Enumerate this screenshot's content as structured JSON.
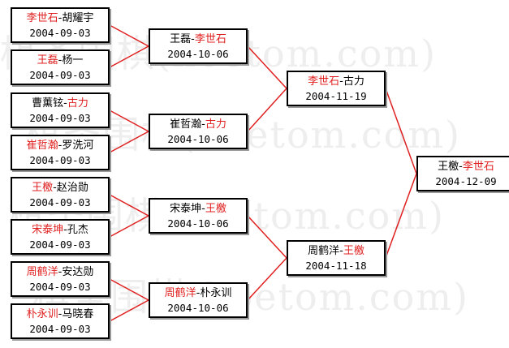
{
  "watermark": "棋圣围棋(hoetom.com)",
  "colors": {
    "winner": "#e02020",
    "line": "#e02020",
    "border": "#000000"
  },
  "round1": [
    {
      "p1": "李世石",
      "sep": "-",
      "p2": "胡耀宇",
      "winner": 1,
      "date": "2004-09-03"
    },
    {
      "p1": "王磊",
      "sep": "-",
      "p2": "杨一",
      "winner": 1,
      "date": "2004-09-03"
    },
    {
      "p1": "曹薰铉",
      "sep": "-",
      "p2": "古力",
      "winner": 2,
      "date": "2004-09-03"
    },
    {
      "p1": "崔哲瀚",
      "sep": "-",
      "p2": "罗洗河",
      "winner": 1,
      "date": "2004-09-03"
    },
    {
      "p1": "王檄",
      "sep": "-",
      "p2": "赵治勋",
      "winner": 1,
      "date": "2004-09-03"
    },
    {
      "p1": "宋泰坤",
      "sep": "-",
      "p2": "孔杰",
      "winner": 1,
      "date": "2004-09-03"
    },
    {
      "p1": "周鹤洋",
      "sep": "-",
      "p2": "安达勋",
      "winner": 1,
      "date": "2004-09-03"
    },
    {
      "p1": "朴永训",
      "sep": "-",
      "p2": "马晓春",
      "winner": 1,
      "date": "2004-09-03"
    }
  ],
  "round2": [
    {
      "p1": "王磊",
      "sep": "-",
      "p2": "李世石",
      "winner": 2,
      "date": "2004-10-06"
    },
    {
      "p1": "崔哲瀚",
      "sep": "-",
      "p2": "古力",
      "winner": 2,
      "date": "2004-10-06"
    },
    {
      "p1": "宋泰坤",
      "sep": "-",
      "p2": "王檄",
      "winner": 2,
      "date": "2004-10-06"
    },
    {
      "p1": "周鹤洋",
      "sep": "-",
      "p2": "朴永训",
      "winner": 1,
      "date": "2004-10-06"
    }
  ],
  "semis": [
    {
      "p1": "李世石",
      "sep": "-",
      "p2": "古力",
      "winner": 1,
      "date": "2004-11-19"
    },
    {
      "p1": "周鹤洋",
      "sep": "-",
      "p2": "王檄",
      "winner": 2,
      "date": "2004-11-18"
    }
  ],
  "final": [
    {
      "p1": "王檄",
      "sep": "-",
      "p2": "李世石",
      "winner": 2,
      "date": "2004-12-09"
    }
  ]
}
